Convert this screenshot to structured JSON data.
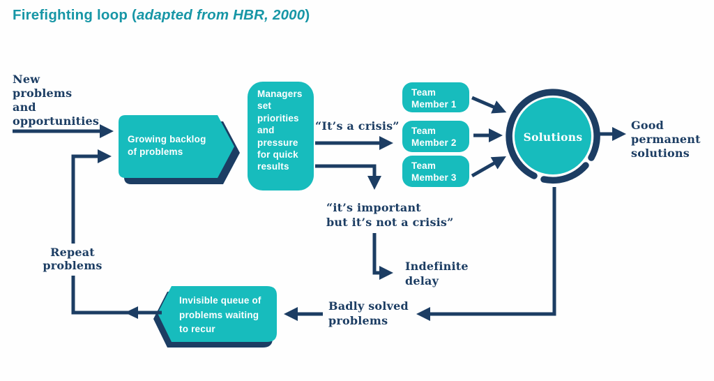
{
  "title": {
    "prefix": "Firefighting loop (",
    "italic": "adapted from HBR, 2000",
    "suffix": ")"
  },
  "colors": {
    "teal": "#17BCBD",
    "navy": "#1C3D63",
    "title_teal": "#1796A6",
    "box_text": "#FFFFFF",
    "background": "#FEFEFE"
  },
  "labels": {
    "new_problems": {
      "lines": [
        "New",
        "problems",
        "and",
        "opportunities"
      ]
    },
    "crisis": "“It’s a crisis”",
    "important": {
      "lines": [
        "“it’s important",
        "but it’s not a crisis”"
      ]
    },
    "indefinite": {
      "lines": [
        "Indefinite",
        "delay"
      ]
    },
    "good_solutions": {
      "lines": [
        "Good",
        "permanent",
        "solutions"
      ]
    },
    "badly_solved": {
      "lines": [
        "Badly solved",
        "problems"
      ]
    },
    "repeat": {
      "lines": [
        "Repeat",
        "problems"
      ]
    }
  },
  "nodes": {
    "backlog": {
      "lines": [
        "Growing backlog",
        "of problems"
      ]
    },
    "managers": {
      "lines": [
        "Managers",
        "set",
        "priorities",
        "and",
        "pressure",
        "for quick",
        "results"
      ]
    },
    "team_member_1": {
      "lines": [
        "Team",
        "Member 1"
      ]
    },
    "team_member_2": {
      "lines": [
        "Team",
        "Member 2"
      ]
    },
    "team_member_3": {
      "lines": [
        "Team",
        "Member 3"
      ]
    },
    "solutions": {
      "label": "Solutions"
    },
    "queue": {
      "lines": [
        "Invisible queue of",
        "problems waiting",
        "to recur"
      ]
    }
  }
}
